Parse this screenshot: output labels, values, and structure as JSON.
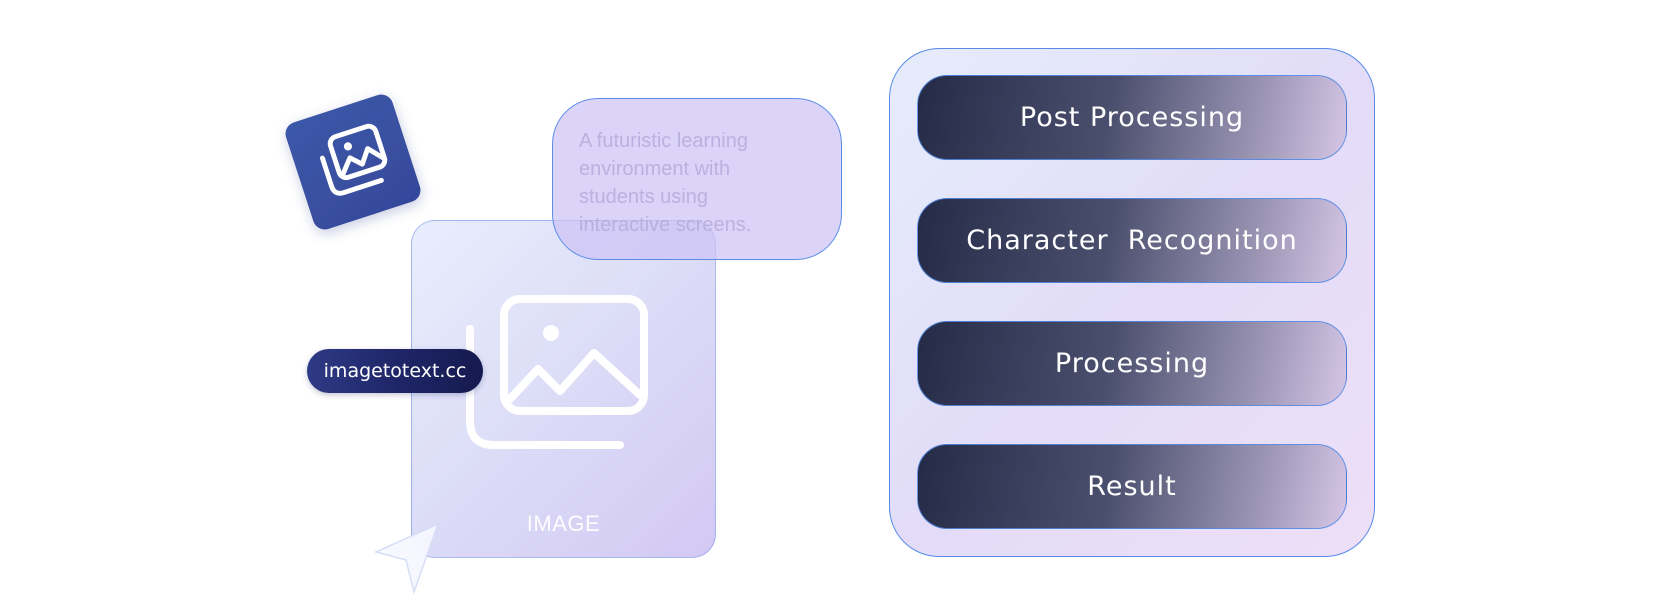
{
  "icons": {
    "app_icon": "image-gallery-icon",
    "card_icon": "image-gallery-icon",
    "cursor": "cursor-arrow-icon"
  },
  "image_card": {
    "label": "IMAGE"
  },
  "description": {
    "text": "A futuristic learning environment with students using interactive screens."
  },
  "url_pill": {
    "text": "imagetotext.cc"
  },
  "pipeline": {
    "steps": [
      {
        "label": "Post Processing"
      },
      {
        "label": "Character  Recognition"
      },
      {
        "label": "Processing"
      },
      {
        "label": "Result"
      }
    ]
  },
  "colors": {
    "icon_blue": "#3a4fa0",
    "pill_navy": "#1e2566",
    "border_blue": "#4682e6",
    "card_lavender": "#d3c8f3",
    "step_dark": "#252b47"
  }
}
